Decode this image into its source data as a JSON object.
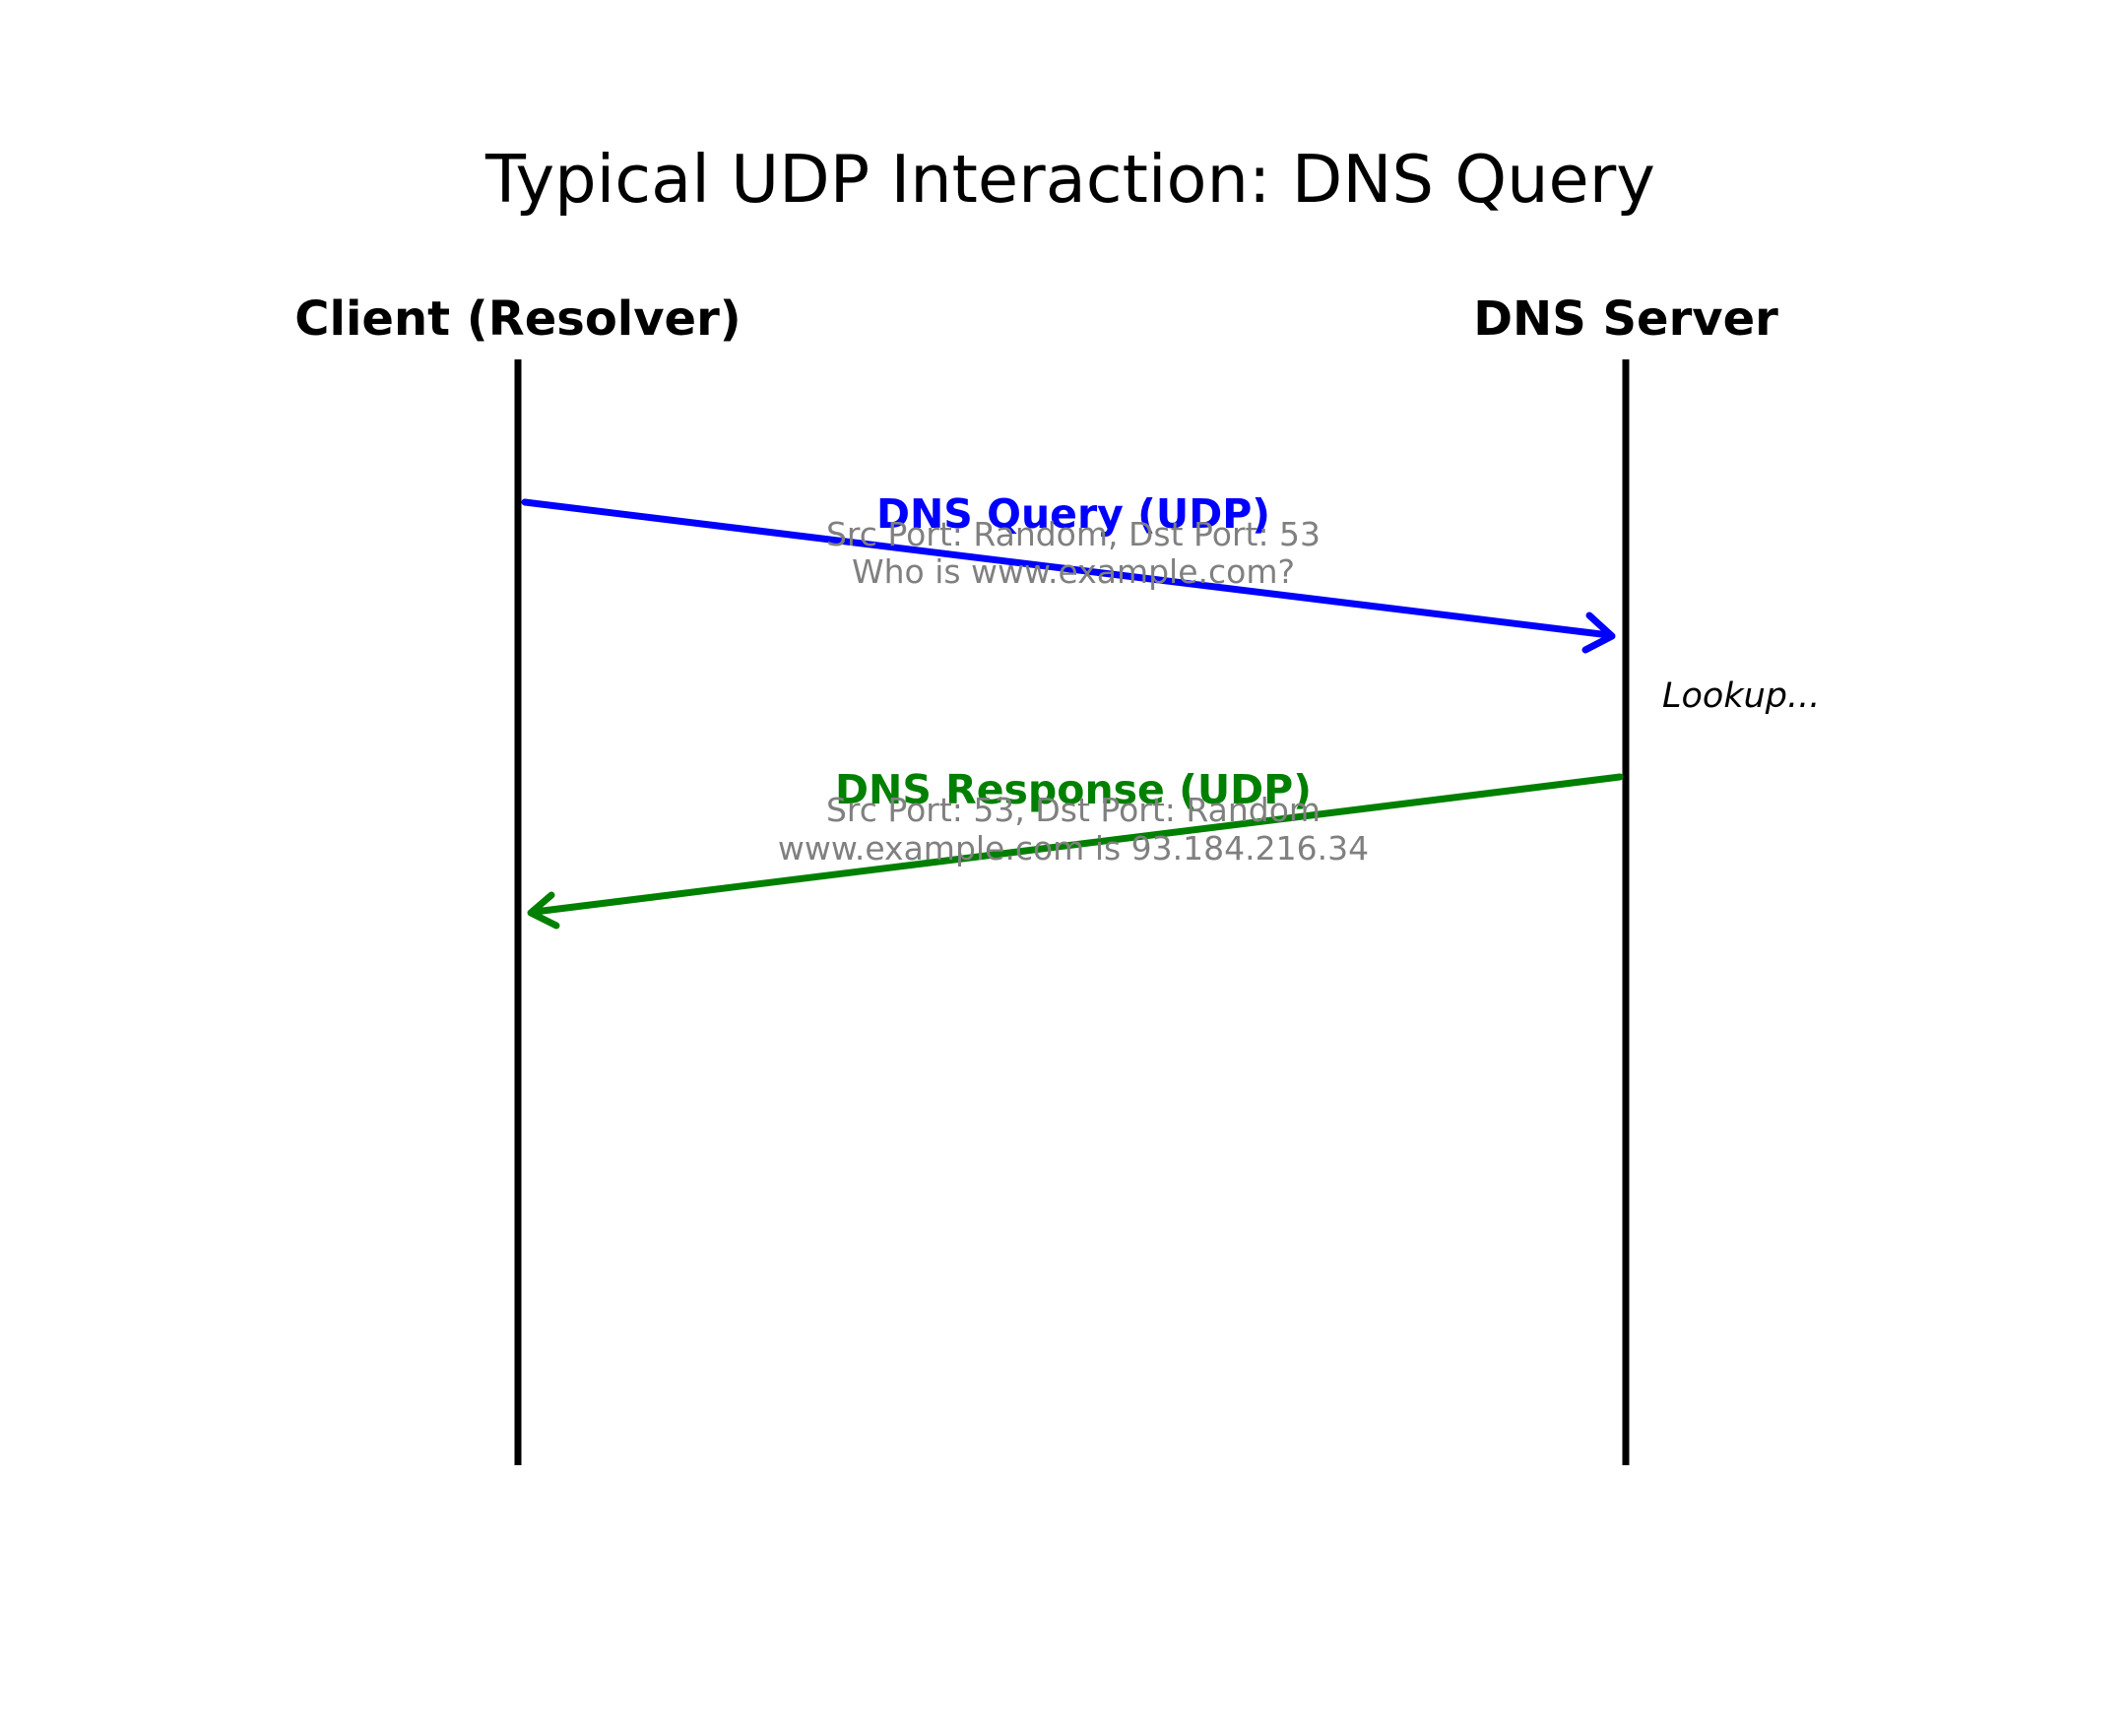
{
  "title": "Typical UDP Interaction: DNS Query",
  "participants": {
    "client": "Client (Resolver)",
    "server": "DNS Server"
  },
  "messages": [
    {
      "label": "DNS Query (UDP)",
      "detail_line1": "Src Port: Random, Dst Port: 53",
      "detail_line2": "Who is www.example.com?",
      "color": "#0000ff",
      "from": "client",
      "to": "server"
    },
    {
      "label": "DNS Response (UDP)",
      "detail_line1": "Src Port: 53, Dst Port: Random",
      "detail_line2": "www.example.com is 93.184.216.34",
      "color": "#008000",
      "from": "server",
      "to": "client"
    }
  ],
  "note": "Lookup...",
  "colors": {
    "lifeline": "#000000",
    "detail_text": "#808080"
  }
}
